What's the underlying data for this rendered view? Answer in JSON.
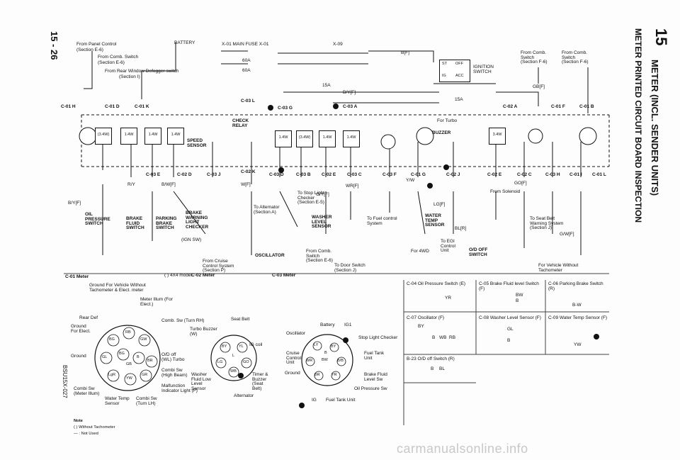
{
  "page": {
    "page_number": "15 - 26",
    "doc_code": "BSU15X-027",
    "chapter_number": "15",
    "chapter_title": "METER (INCL. SENDER UNITS)",
    "section_title": "METER PRINTED CIRCUIT BOARD INSPECTION",
    "watermark": "carmanualsonline.info"
  },
  "top_labels": {
    "from_panel_control": "From Panel Control",
    "section_e6": "(Section E-6)",
    "battery": "BATTERY",
    "from_comb_switch": "From Comb. Switch",
    "section_e6b": "(Section E-6)",
    "from_rear_window": "From Rear Window Defogger switch",
    "section_i": "(Section I)",
    "main_fuse": "X-01  MAIN FUSE  X-01",
    "fuse_60a_1": "60A",
    "fuse_60a_2": "60A",
    "x09": "X-09",
    "ignition_switch": "IGNITION SWITCH",
    "ign_st": "ST",
    "ign_off": "OFF",
    "ign_acc": "ACC",
    "ign_ig": "IG",
    "fuse_15a_1": "15A",
    "fuse_15a_2": "15A",
    "from_comb_switch_f6": "From Comb. Switch (Section F-6)",
    "from_comb_switch_f6b": "From Comb. Switch (Section F-6)",
    "for_turbo": "For Turbo",
    "check_relay": "CHECK RELAY",
    "speed_sensor": "SPEED SENSOR",
    "buzzer": "BUZZER",
    "oil_pressure_switch": "OIL PRESSURE SWITCH",
    "brake_fluid_switch": "BRAKE FLUID SWITCH",
    "parking_brake_switch": "PARKING BRAKE SWITCH",
    "brake_warning_light": "BRAKE WARNING LIGHT CHECKER",
    "ign_sw": "(IGN SW)",
    "oscillator": "OSCILLATOR",
    "from_cruise": "From Cruise Control System (Section P)",
    "to_stop_light": "To Stop Light Checker (Section E-5)",
    "to_alternator": "To Alternator (Section A)",
    "washer_level_sensor": "WASHER LEVEL SENSOR",
    "from_comb_switch_e6": "From Comb. Switch (Section E-6)",
    "to_door_switch": "To Door Switch (Section J)",
    "to_fuel_control": "To Fuel control System",
    "water_temp_sensor": "WATER TEMP SENSOR",
    "for_4wd": "For 4WD",
    "to_eg_control_unit": "To EGI Control Unit",
    "od_off_switch": "O/D OFF SWITCH",
    "from_solenoid": "From Solenoid",
    "to_seat_belt": "To Seat Belt Warning System (Section J)",
    "for_vehicle_without_tach": "For Vehicle Without Tachometer",
    "model_4x4": "( ) 4X4 model",
    "c02_meter": "C-02 Meter",
    "c03_meter": "C-03 Meter",
    "c01_meter": "C-01 Meter"
  },
  "lamps": [
    {
      "label": "(3.4W)"
    },
    {
      "label": "1.4W"
    },
    {
      "label": "1.4W"
    },
    {
      "label": "1.4W"
    },
    {
      "label": "1.4W"
    },
    {
      "label": "(3.4W)"
    },
    {
      "label": "1.4W"
    },
    {
      "label": "1.4W"
    },
    {
      "label": "3.4W"
    }
  ],
  "connectors_top": [
    "C-01 H",
    "C-01 D",
    "C-01 K",
    "C-03 L",
    "C-03 G",
    "C-03 A",
    "C-02 A",
    "C-01 F",
    "C-01 B"
  ],
  "connectors_mid": [
    "C-03 E",
    "C-02 D",
    "C-03 J",
    "C-02 K",
    "C-03 D",
    "C-03 B",
    "C-02 E",
    "C-03 C",
    "C-03 F",
    "C-01 G",
    "C-02 J",
    "C-02 E",
    "C-02 C",
    "C-03 H",
    "C-01 I",
    "C-01 L"
  ],
  "wire_colors": [
    "B/Y[F]",
    "R/Y",
    "B/W[F]",
    "W[F]",
    "B/Y[F]",
    "G/Y[F]",
    "WR[F]",
    "B[F]",
    "Y/W",
    "LG[F]",
    "BL[R]",
    "GO[F]",
    "G/W[F]",
    "GB[F]"
  ],
  "meter_connector_c01": {
    "title": "Ground For Vehicle Without Tachometer & Elect. meter",
    "labels": [
      "Meter Illum (For Elect.)",
      "Rear Def",
      "Ground For Elect.",
      "Ground",
      "Combi Sw (Meter Illum)",
      "Water Temp Sensor",
      "Combi Sw (Turn LH)",
      "Comb. Sw (Turn RH)",
      "O/D off (WL) Turbo",
      "Combi Sw (High Beam)",
      "Malfunction Indicator Light (F)"
    ],
    "pins": [
      "BG",
      "RB",
      "GW",
      "GL",
      "BG",
      "B",
      "BR",
      "LgR",
      "YW",
      "GR",
      "GB"
    ]
  },
  "meter_connector_c02": {
    "labels": [
      "Seat Belt",
      "Turbo Buzzer (W)",
      "IG coil",
      "Washer Fluid Low Level Sensor",
      "Timer & Buzzer (Seat Belt)",
      "Alternator"
    ],
    "pins": [
      "BY",
      "YL",
      "LG",
      "GO",
      "WB",
      "L"
    ]
  },
  "meter_connector_c03": {
    "labels": [
      "Battery",
      "IG1",
      "Oscillator",
      "Stop Light Checker",
      "Cruise Control Unit",
      "Fuel Tank Unit",
      "Ground",
      "Brake Fluid Level Sw",
      "Oil Pressure Sw",
      "IG",
      "Fuel Tank Unit"
    ],
    "pins": [
      "LY",
      "BY",
      "B/B",
      "WR",
      "BR",
      "YR",
      "BW",
      "B"
    ]
  },
  "sensor_panels": [
    {
      "title": "C-04 Oil Pressure Switch (E)",
      "pins": [
        "YR"
      ]
    },
    {
      "title": "C-05 Brake Fluid level Switch (F)",
      "pins": [
        "BW",
        "B"
      ]
    },
    {
      "title": "C-06 Parking Brake Switch (R)",
      "pins": [
        "B-W"
      ]
    },
    {
      "title": "C-07 Oscillator (F)",
      "pins": [
        "BY",
        "B",
        "WB",
        "RB"
      ]
    },
    {
      "title": "C-08 Washer Level Sensor (F)",
      "pins": [
        "GL",
        "B"
      ]
    },
    {
      "title": "C-09 Water Temp Sensor (F)",
      "pins": [
        "YW"
      ]
    },
    {
      "title": "B-23 O/D off Switch (R)",
      "pins": [
        "B",
        "BL"
      ]
    }
  ],
  "notes": {
    "title": "Note",
    "line1": "( ) Without Tachometer",
    "line2": "— : Not Used"
  },
  "colors": {
    "ink": "#111111",
    "paper": "#fdfdfd"
  }
}
